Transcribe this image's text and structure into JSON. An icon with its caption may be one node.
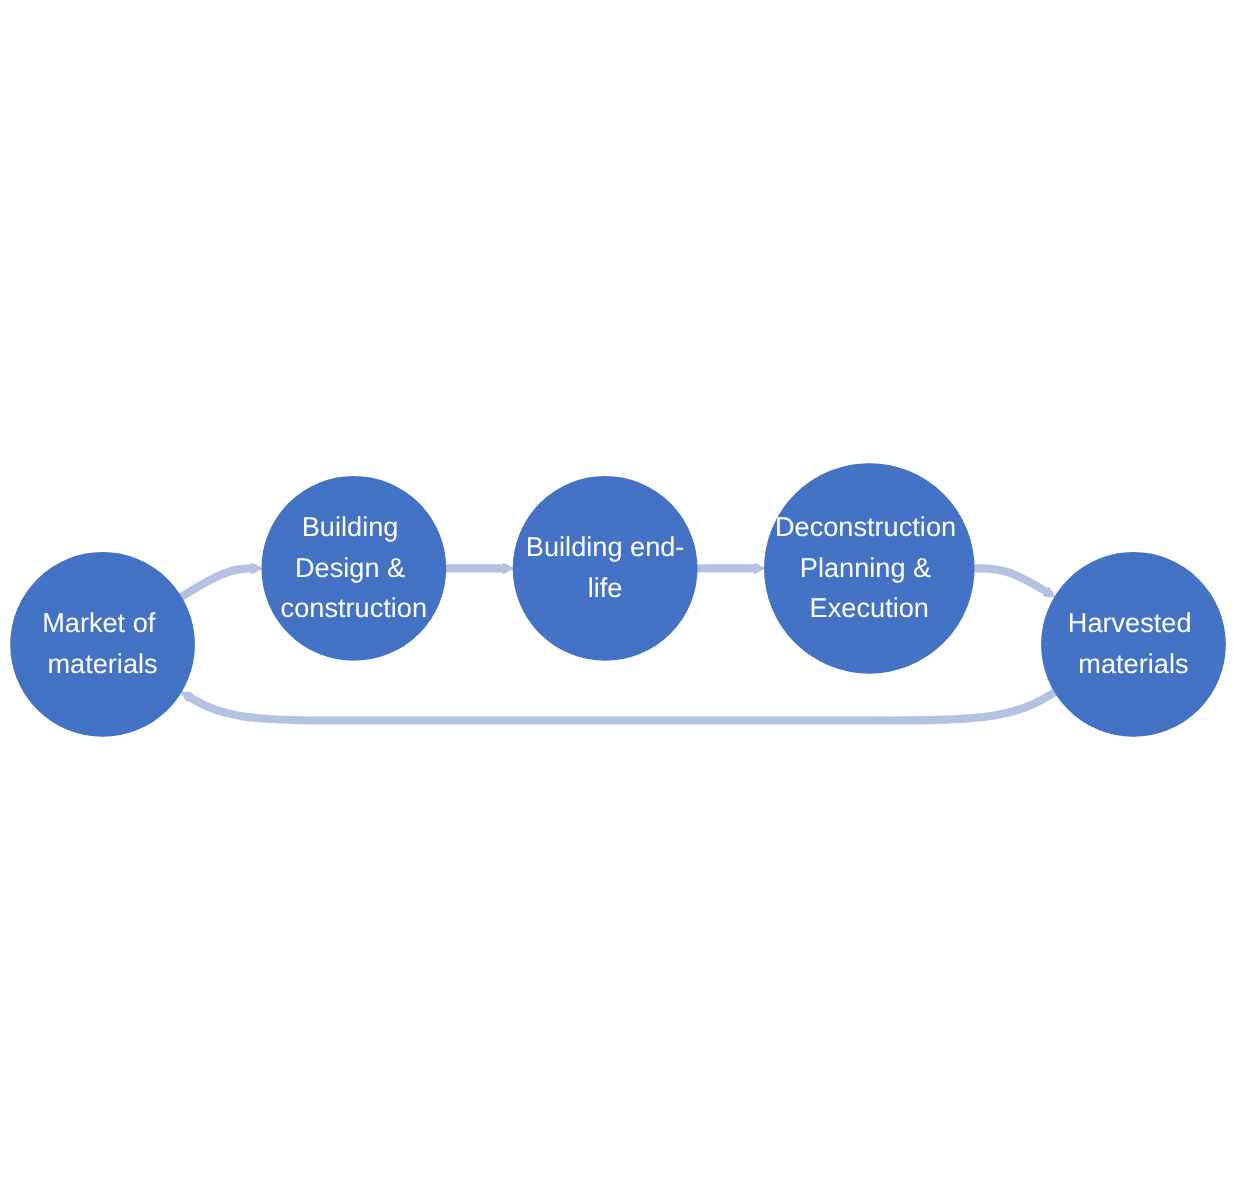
{
  "diagram": {
    "nodes": [
      {
        "text": [
          "Market of materials"
        ]
      },
      {
        "text": [
          "Building Design & construction"
        ]
      },
      {
        "text": [
          "Building end-life"
        ]
      },
      {
        "text": [
          "Deconstruction Planning & Execution"
        ]
      },
      {
        "text": [
          "Harvested materials"
        ]
      }
    ],
    "edges": [
      {
        "from": 0,
        "to": 1,
        "arrow": "to"
      },
      {
        "from": 1,
        "to": 2,
        "arrow": "to"
      },
      {
        "from": 2,
        "to": 3,
        "arrow": "to"
      },
      {
        "from": 3,
        "to": 4,
        "arrow": "to"
      },
      {
        "from": 4,
        "to": 0,
        "arrow": "to"
      }
    ]
  }
}
